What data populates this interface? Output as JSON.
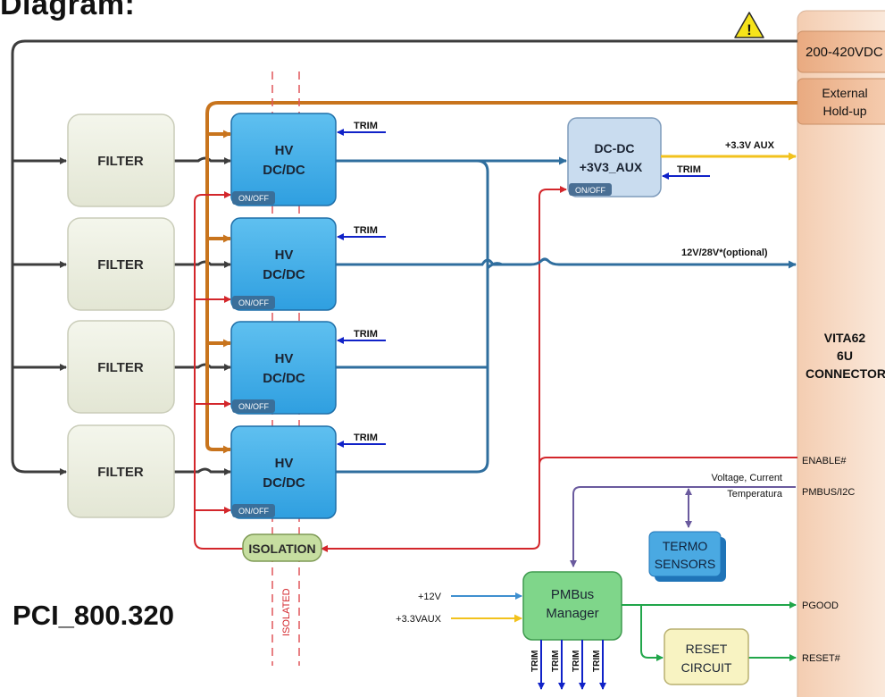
{
  "header": {
    "title": "Diagram:"
  },
  "model": "PCI_800.320",
  "connector": {
    "labels": [
      "VITA62",
      "6U",
      "CONNECTOR"
    ],
    "inputs": {
      "voltage": "200-420VDC",
      "holdup": [
        "External",
        "Hold-up"
      ]
    },
    "pins": {
      "enable": "ENABLE#",
      "pmbus": "PMBUS/I2C",
      "pgood": "PGOOD",
      "reset": "RESET#"
    }
  },
  "blocks": {
    "filter": "FILTER",
    "hvdc": [
      "HV",
      "DC/DC"
    ],
    "onoff": "ON/OFF",
    "trim": "TRIM",
    "aux": [
      "DC-DC",
      "+3V3_AUX"
    ],
    "isolation": "ISOLATION",
    "isolated": "ISOLATED",
    "termo": [
      "TERMO",
      "SENSORS"
    ],
    "pmbus": [
      "PMBus",
      "Manager"
    ],
    "reset": [
      "RESET",
      "CIRCUIT"
    ]
  },
  "signals": {
    "aux_out": "+3.3V AUX",
    "main_out": "12V/28V*(optional)",
    "v12": "+12V",
    "v33aux": "+3.3VAUX",
    "telemetry": [
      "Voltage, Current",
      "Temperatura"
    ]
  },
  "icons": {
    "warning": "warning-icon"
  },
  "colors": {
    "dark": "#3d3d3d",
    "orange": "#c8741d",
    "blue": "#2f6e9e",
    "red": "#d3262b",
    "navy": "#1022c8",
    "yellow": "#f2c21d",
    "purple": "#6a5a9e",
    "green": "#21a64a",
    "lightblue": "#3fa0dc",
    "connector": "#f7dcc9",
    "connectorInput": "#f0b996"
  }
}
